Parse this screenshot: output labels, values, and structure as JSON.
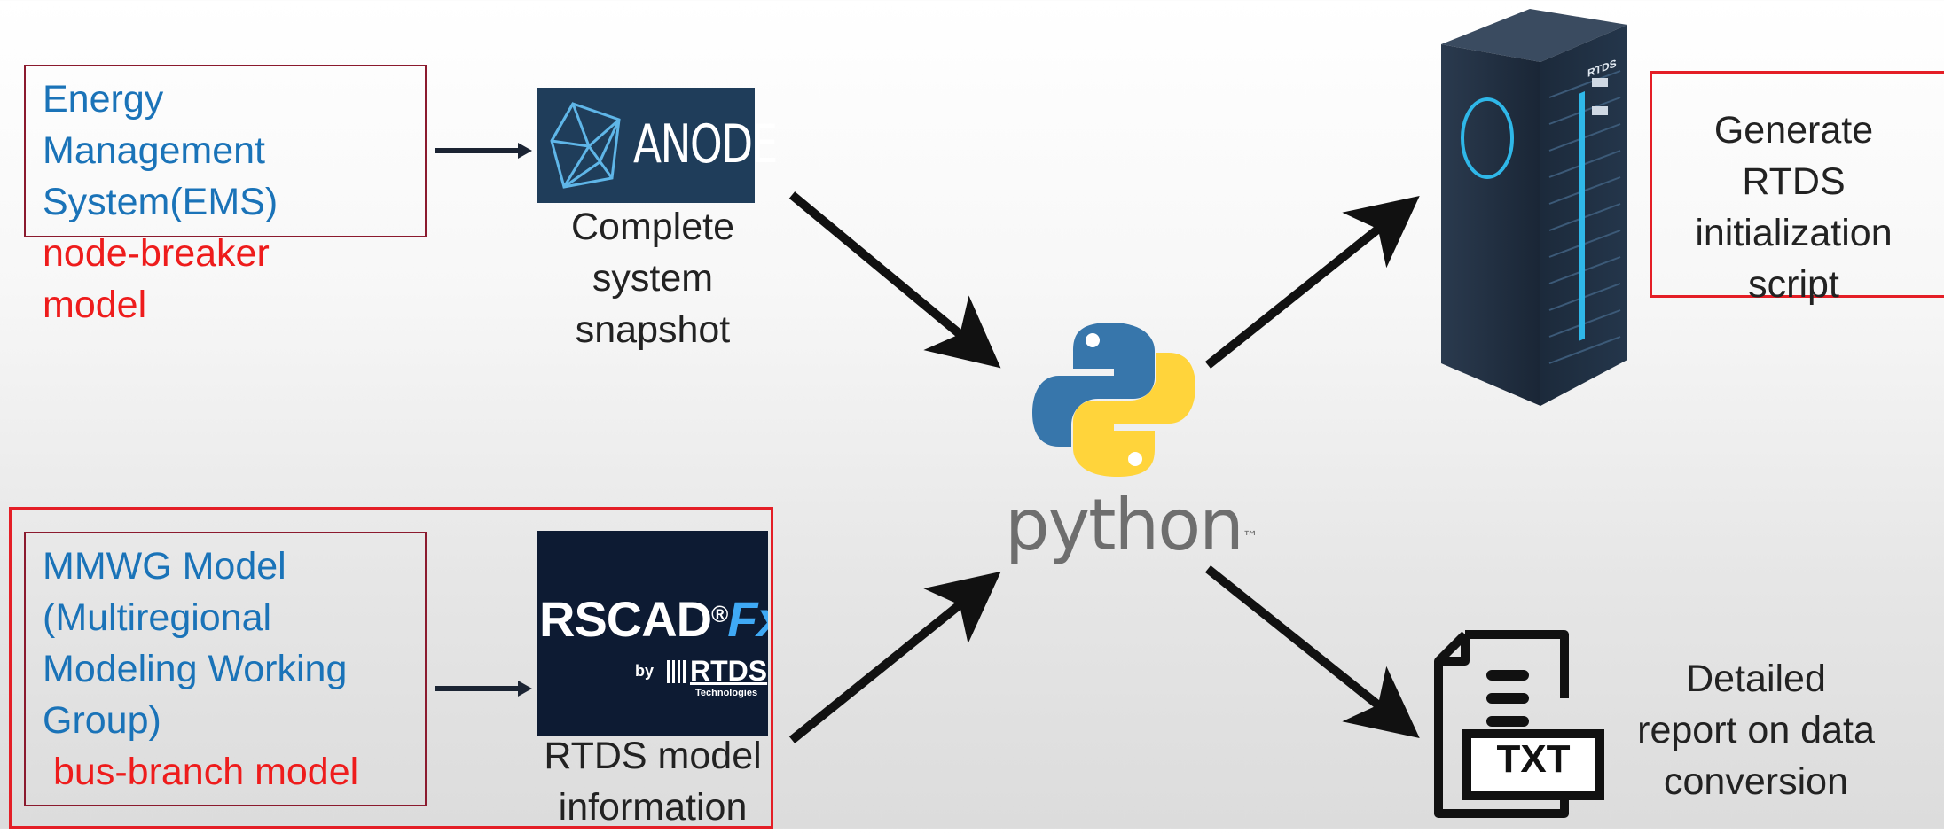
{
  "ems": {
    "line1": "Energy",
    "line2": "Management",
    "line3": "System(EMS)",
    "sub1": "node-breaker",
    "sub2": "model"
  },
  "anode": {
    "logo_text": "ANODE",
    "caption1": "Complete",
    "caption2": "system",
    "caption3": "snapshot"
  },
  "mmwg": {
    "line1": "MMWG Model",
    "line2": "(Multiregional",
    "line3": "Modeling Working",
    "line4": "Group)",
    "sub": "bus-branch model"
  },
  "rscad": {
    "logo_main": "RSCAD",
    "logo_reg": "®",
    "logo_fx": "Fx",
    "logo_by": "by",
    "logo_rtds": "RTDS",
    "logo_tech": "Technologies",
    "caption1": "RTDS model",
    "caption2": "information"
  },
  "python": {
    "wordmark": "python",
    "tm": "™"
  },
  "rtds_server": {
    "brand": "RTDS"
  },
  "generate": {
    "line1": "Generate",
    "line2": "RTDS",
    "line3": "initialization",
    "line4": "script"
  },
  "txt_file": {
    "label": "TXT"
  },
  "report": {
    "line1": "Detailed",
    "line2": "report on data",
    "line3": "conversion"
  },
  "colors": {
    "blue_text": "#1a73b8",
    "red_text": "#ee1c1c",
    "box_border": "#8b1a2e",
    "red_border": "#e41e26",
    "python_blue": "#3776ab",
    "python_yellow": "#ffd43b",
    "anode_bg": "#1f3d5a",
    "rscad_bg": "#0d1b33"
  }
}
